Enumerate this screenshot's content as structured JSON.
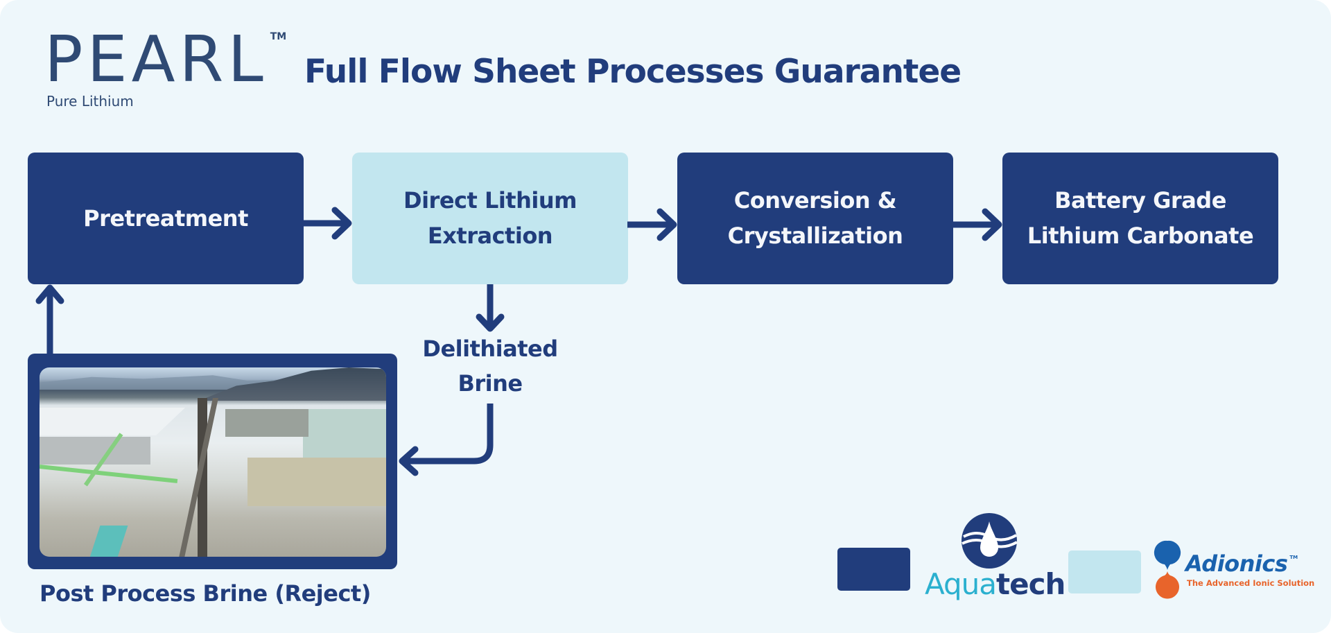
{
  "header": {
    "logo": {
      "wordmark": "PEARL",
      "trademark": "TM",
      "tagline": "Pure Lithium"
    },
    "title": "Full Flow Sheet Processes Guarantee"
  },
  "process_steps": [
    {
      "id": "pretreatment",
      "label": "Pretreatment",
      "owner": "aquatech"
    },
    {
      "id": "dle",
      "label": "Direct Lithium\nExtraction",
      "owner": "adionics"
    },
    {
      "id": "conversion",
      "label": "Conversion &\nCrystallization",
      "owner": "aquatech"
    },
    {
      "id": "product",
      "label": "Battery Grade\nLithium Carbonate",
      "owner": "aquatech"
    }
  ],
  "side_stream": {
    "delithiated_label": "Delithiated\nBrine",
    "reject_caption": "Post Process Brine (Reject)"
  },
  "flows": [
    {
      "from": "pretreatment",
      "to": "dle"
    },
    {
      "from": "dle",
      "to": "conversion"
    },
    {
      "from": "conversion",
      "to": "product"
    },
    {
      "from": "dle",
      "to": "delithiated-brine"
    },
    {
      "from": "delithiated-brine",
      "to": "post-process-brine"
    },
    {
      "from": "post-process-brine",
      "to": "pretreatment"
    }
  ],
  "legend": [
    {
      "swatch_color": "#213d7c",
      "company": "aquatech",
      "logo_text_a": "Aqua",
      "logo_text_b": "tech"
    },
    {
      "swatch_color": "#c2e6ef",
      "company": "adionics",
      "logo_text": "Adionics",
      "trademark": "TM",
      "tagline": "The Advanced Ionic Solution"
    }
  ],
  "colors": {
    "background": "#eef7fb",
    "dark_blue": "#213d7c",
    "light_blue": "#c2e6ef",
    "aqua": "#2bb0cf",
    "adionics_blue": "#1a62ae",
    "adionics_orange": "#e8642b"
  }
}
